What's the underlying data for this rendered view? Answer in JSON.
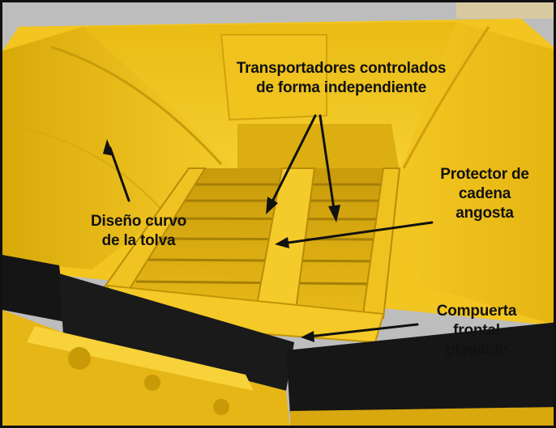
{
  "image": {
    "subject": "hopper-interior",
    "colors": {
      "hopper_yellow": "#f2c21a",
      "hopper_shadow": "#c89a08",
      "rubber_flap": "#151515",
      "floor_gray": "#bdbdbd",
      "label_text": "#111111"
    }
  },
  "labels": {
    "conveyors": {
      "line1": "Transportadores controlados",
      "line2": "de forma independiente"
    },
    "hopper_design": {
      "line1": "Diseño curvo",
      "line2": "de la tolva"
    },
    "chain_guard": {
      "line1": "Protector de",
      "line2": "cadena",
      "line3": "angosta"
    },
    "front_gate": {
      "line1": "Compuerta",
      "line2": "frontal",
      "line3": "plegable"
    }
  }
}
